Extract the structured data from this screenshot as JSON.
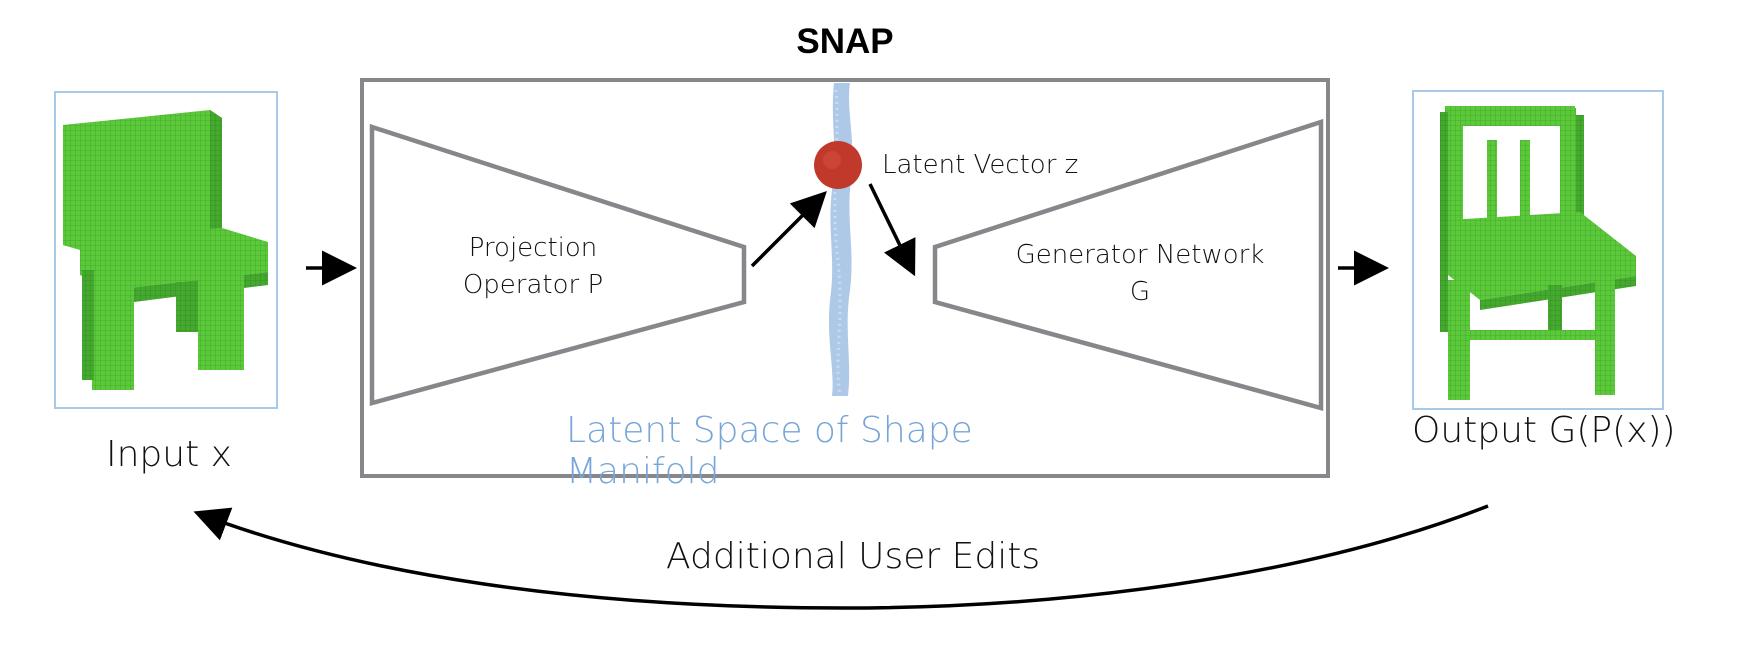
{
  "title": "SNAP",
  "input_label": "Input x",
  "output_label": "Output G(P(x))",
  "projection_label_line1": "Projection",
  "projection_label_line2": "Operator P",
  "generator_label_line1": "Generator Network",
  "generator_label_line2": "G",
  "latent_vector_label": "Latent Vector z",
  "latent_space_label": "Latent Space of Shape Manifold",
  "feedback_label": "Additional User Edits",
  "colors": {
    "frame": "#86878a",
    "thumb_border": "#a9c9e8",
    "latent_band": "#a5c3e6",
    "latent_text": "#76a5d8",
    "latent_dot": "#c0392b",
    "chair_green": "#5bc93a",
    "chair_dark": "#2f8f1f"
  },
  "icons": [
    "input-chair-voxel-icon",
    "output-chair-voxel-icon",
    "latent-vector-dot-icon"
  ]
}
